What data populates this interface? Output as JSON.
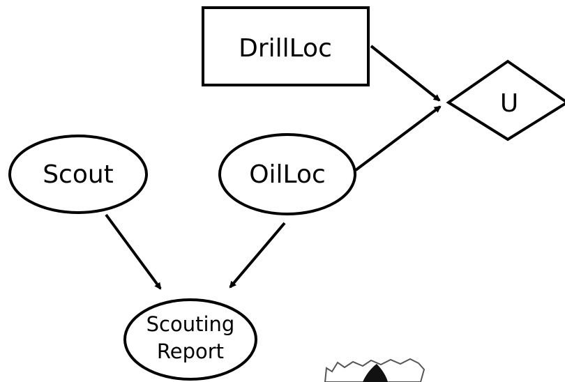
{
  "nodes": {
    "drillloc": {
      "label": "DrillLoc",
      "kind": "decision"
    },
    "u": {
      "label": "U",
      "kind": "utility"
    },
    "scout": {
      "label": "Scout",
      "kind": "chance"
    },
    "oilloc": {
      "label": "OilLoc",
      "kind": "chance"
    },
    "scouting_report": {
      "line1": "Scouting",
      "line2": "Report",
      "kind": "chance"
    }
  },
  "edges": [
    {
      "from": "DrillLoc",
      "to": "U"
    },
    {
      "from": "OilLoc",
      "to": "U"
    },
    {
      "from": "Scout",
      "to": "Scouting Report"
    },
    {
      "from": "OilLoc",
      "to": "Scouting Report"
    }
  ],
  "colors": {
    "stroke": "#000000",
    "fill": "#ffffff"
  }
}
